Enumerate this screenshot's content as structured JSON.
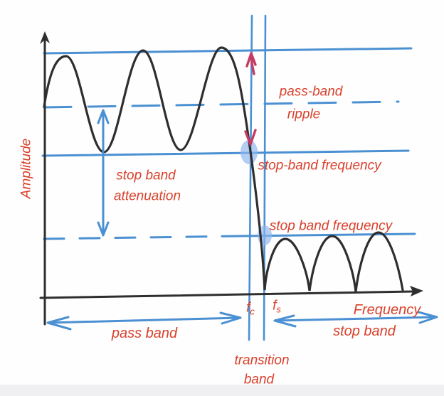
{
  "figure": {
    "description": "Hand-drawn low-pass filter magnitude response diagram with pass band ripple, transition band and stop band annotations",
    "labels": {
      "y_axis": "Amplitude",
      "x_axis": "Frequency",
      "passband_ripple": [
        "pass-band",
        "ripple"
      ],
      "stopband_attenuation": [
        "stop band",
        "attenuation"
      ],
      "upper_crossing": "stop-band frequency",
      "lower_crossing": "stop band frequency",
      "fc": {
        "base": "f",
        "sub": "c"
      },
      "fs": {
        "base": "f",
        "sub": "s"
      },
      "passband_span": "pass band",
      "stopband_span": "stop band",
      "transition_band": [
        "transition",
        "band"
      ]
    },
    "colors": {
      "curve": "#2e2e2e",
      "axis": "#2e2e2e",
      "guide_blue": "#4a90d2",
      "label_red": "#d9412c",
      "marker_crimson": "#c63b63",
      "highlight_blob": "#8fb5ed",
      "background": "#fefefe",
      "bottom_strip": "#f0f0f2"
    }
  }
}
